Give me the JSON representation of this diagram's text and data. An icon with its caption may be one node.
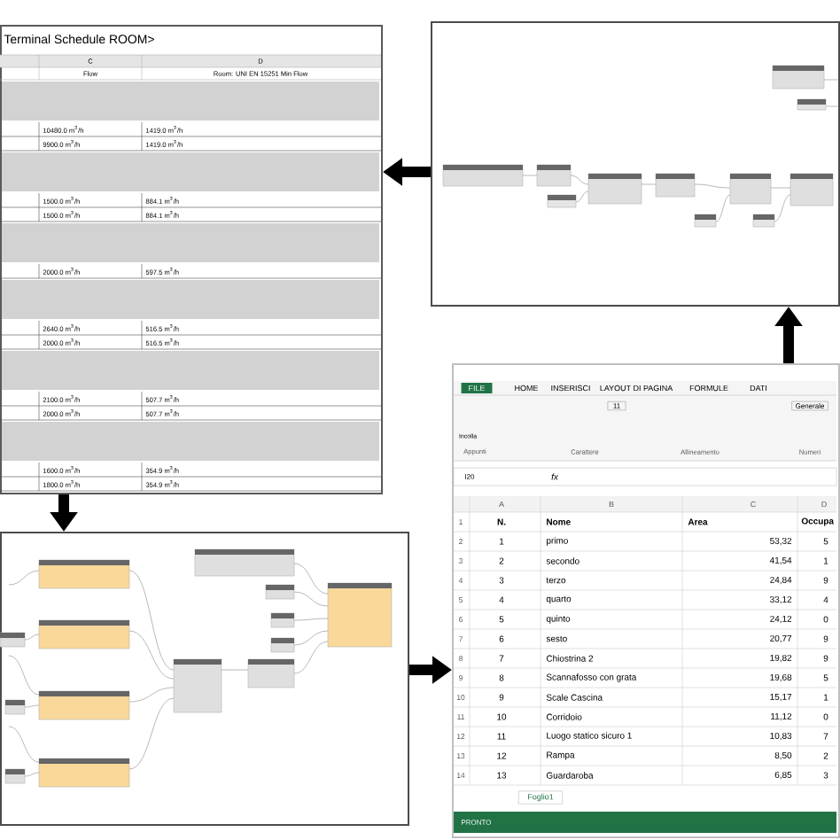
{
  "diagram": {
    "nodes": [
      {
        "text": [
          "Terminal Schedule ROOM>"
        ]
      },
      {
        "text": [],
        "shape": "picture"
      },
      {
        "text": [],
        "shape": "picture"
      },
      {
        "text": [],
        "shape": "box"
      }
    ],
    "edges": [
      {
        "from": 0,
        "to": 2,
        "arrow": "to"
      },
      {
        "from": 2,
        "to": 3,
        "arrow": "to"
      },
      {
        "from": 3,
        "to": 1,
        "arrow": "to"
      },
      {
        "from": 1,
        "to": 0,
        "arrow": "to"
      }
    ],
    "labels": [
      "C",
      "D",
      "Flow",
      "Room: UNI EN 15251 Min Flow",
      "10480.0 m$^{3}$/h",
      "1419.0 m$^{3}$/h",
      "9900.0 m$^{3}$/h",
      "1419.0 m$^{3}$/h",
      "1500.0 m$^{3}$/h",
      "884.1 m$^{3}$/h",
      "1500.0 m$^{3}$/h",
      "884.1 m$^{3}$/h",
      "2000.0 m$^{3}$/h",
      "597.5 m$^{3}$/h",
      "2640.0 m$^{3}$/h",
      "516.5 m$^{3}$/h",
      "2000.0 m$^{3}$/h",
      "516.5 m$^{3}$/h",
      "2100.0 m$^{3}$/h",
      "507.7 m$^{3}$/h",
      "2000.0 m$^{3}$/h",
      "507.7 m$^{3}$/h",
      "1600.0 m$^{3}$/h",
      "354.9 m$^{3}$/h",
      "1800.0 m$^{3}$/h",
      "354.9 m$^{3}$/h",
      "FILE",
      "HOME",
      "INSERISCI",
      "LAYOUT DI PAGINA",
      "FORMULE",
      "DATI",
      "Incolla",
      "11",
      "Generale",
      "Appunti",
      "Carattere",
      "Allineamento",
      "Numeri",
      "I20",
      "fx",
      "A",
      "B",
      "C",
      "D",
      "1",
      "N.",
      "Nome",
      "Area",
      "Occupa",
      "2",
      "1",
      "primo",
      "53,32",
      "5",
      "3",
      "2",
      "secondo",
      "41,54",
      "1",
      "4",
      "3",
      "terzo",
      "24,84",
      "9",
      "5",
      "4",
      "quarto",
      "33,12",
      "4",
      "6",
      "5",
      "quinto",
      "24,12",
      "0",
      "7",
      "6",
      "sesto",
      "20,77",
      "9",
      "8",
      "7",
      "Chiostrina 2",
      "19,82",
      "9",
      "9",
      "8",
      "Scannafosso con grata",
      "19,68",
      "5",
      "10",
      "9",
      "Scale Cascina",
      "15,17",
      "1",
      "11",
      "10",
      "Corridoio",
      "11,12",
      "0",
      "12",
      "11",
      "Luogo statico sicuro 1",
      "10,83",
      "7",
      "13",
      "12",
      "Rampa",
      "8,50",
      "2",
      "14",
      "13",
      "Guardaroba",
      "6,85",
      "3",
      "Foglio1",
      "PRONTO"
    ]
  }
}
